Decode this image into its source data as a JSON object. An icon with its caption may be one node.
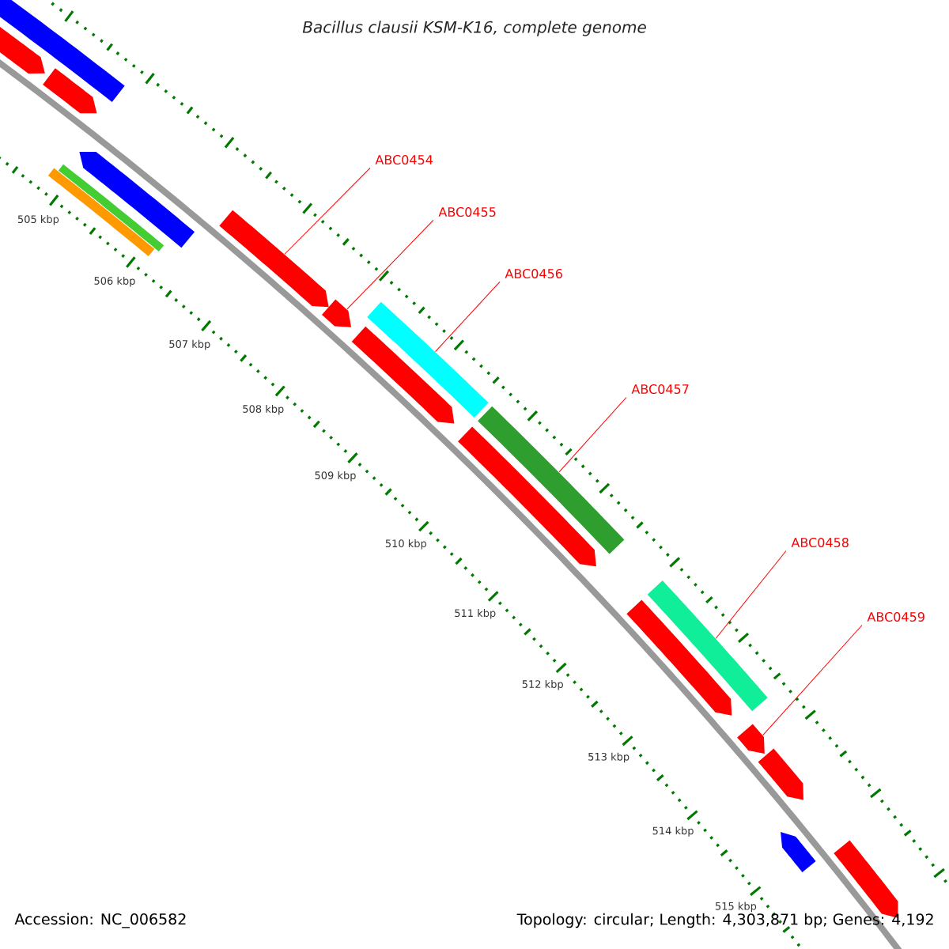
{
  "diagram": {
    "title": "Bacillus clausii KSM-K16, complete genome",
    "nodes": [
      {
        "text": [
          "ABC0454"
        ]
      },
      {
        "text": [
          "ABC0455"
        ]
      },
      {
        "text": [
          "ABC0456"
        ]
      },
      {
        "text": [
          "ABC0457"
        ]
      },
      {
        "text": [
          "ABC0458"
        ]
      },
      {
        "text": [
          "ABC0459"
        ]
      },
      {
        "text": [],
        "shape": "bar"
      },
      {
        "text": [],
        "shape": "pentagon"
      },
      {
        "text": [],
        "shape": "pentagon"
      },
      {
        "text": [],
        "shape": "pentagon"
      },
      {
        "text": [],
        "shape": "bar"
      },
      {
        "text": [],
        "shape": "bar"
      },
      {
        "text": [],
        "shape": "pentagon"
      },
      {
        "text": [],
        "shape": "pentagon"
      },
      {
        "text": [],
        "shape": "bar"
      },
      {
        "text": [],
        "shape": "pentagon"
      },
      {
        "text": [],
        "shape": "bar"
      },
      {
        "text": [],
        "shape": "pentagon"
      },
      {
        "text": [],
        "shape": "bar"
      },
      {
        "text": [],
        "shape": "pentagon"
      },
      {
        "text": [],
        "shape": "pentagon"
      },
      {
        "text": [],
        "shape": "pentagon"
      },
      {
        "text": [],
        "shape": "pentagon"
      },
      {
        "text": [],
        "shape": "pentagon"
      }
    ],
    "edges": [
      {
        "from": 0,
        "to": 12,
        "arrow": "none"
      },
      {
        "from": 1,
        "to": 13,
        "arrow": "none"
      },
      {
        "from": 2,
        "to": 14,
        "arrow": "none"
      },
      {
        "from": 3,
        "to": 16,
        "arrow": "none"
      },
      {
        "from": 4,
        "to": 18,
        "arrow": "none"
      },
      {
        "from": 5,
        "to": 20,
        "arrow": "none"
      }
    ],
    "labels": [
      "505 kbp",
      "506 kbp",
      "507 kbp",
      "508 kbp",
      "509 kbp",
      "510 kbp",
      "511 kbp",
      "512 kbp",
      "513 kbp",
      "514 kbp",
      "515 kbp",
      "Accession: NC_006582",
      "Topology: circular; Length: 4,303,871 bp; Genes: 4,192"
    ]
  }
}
